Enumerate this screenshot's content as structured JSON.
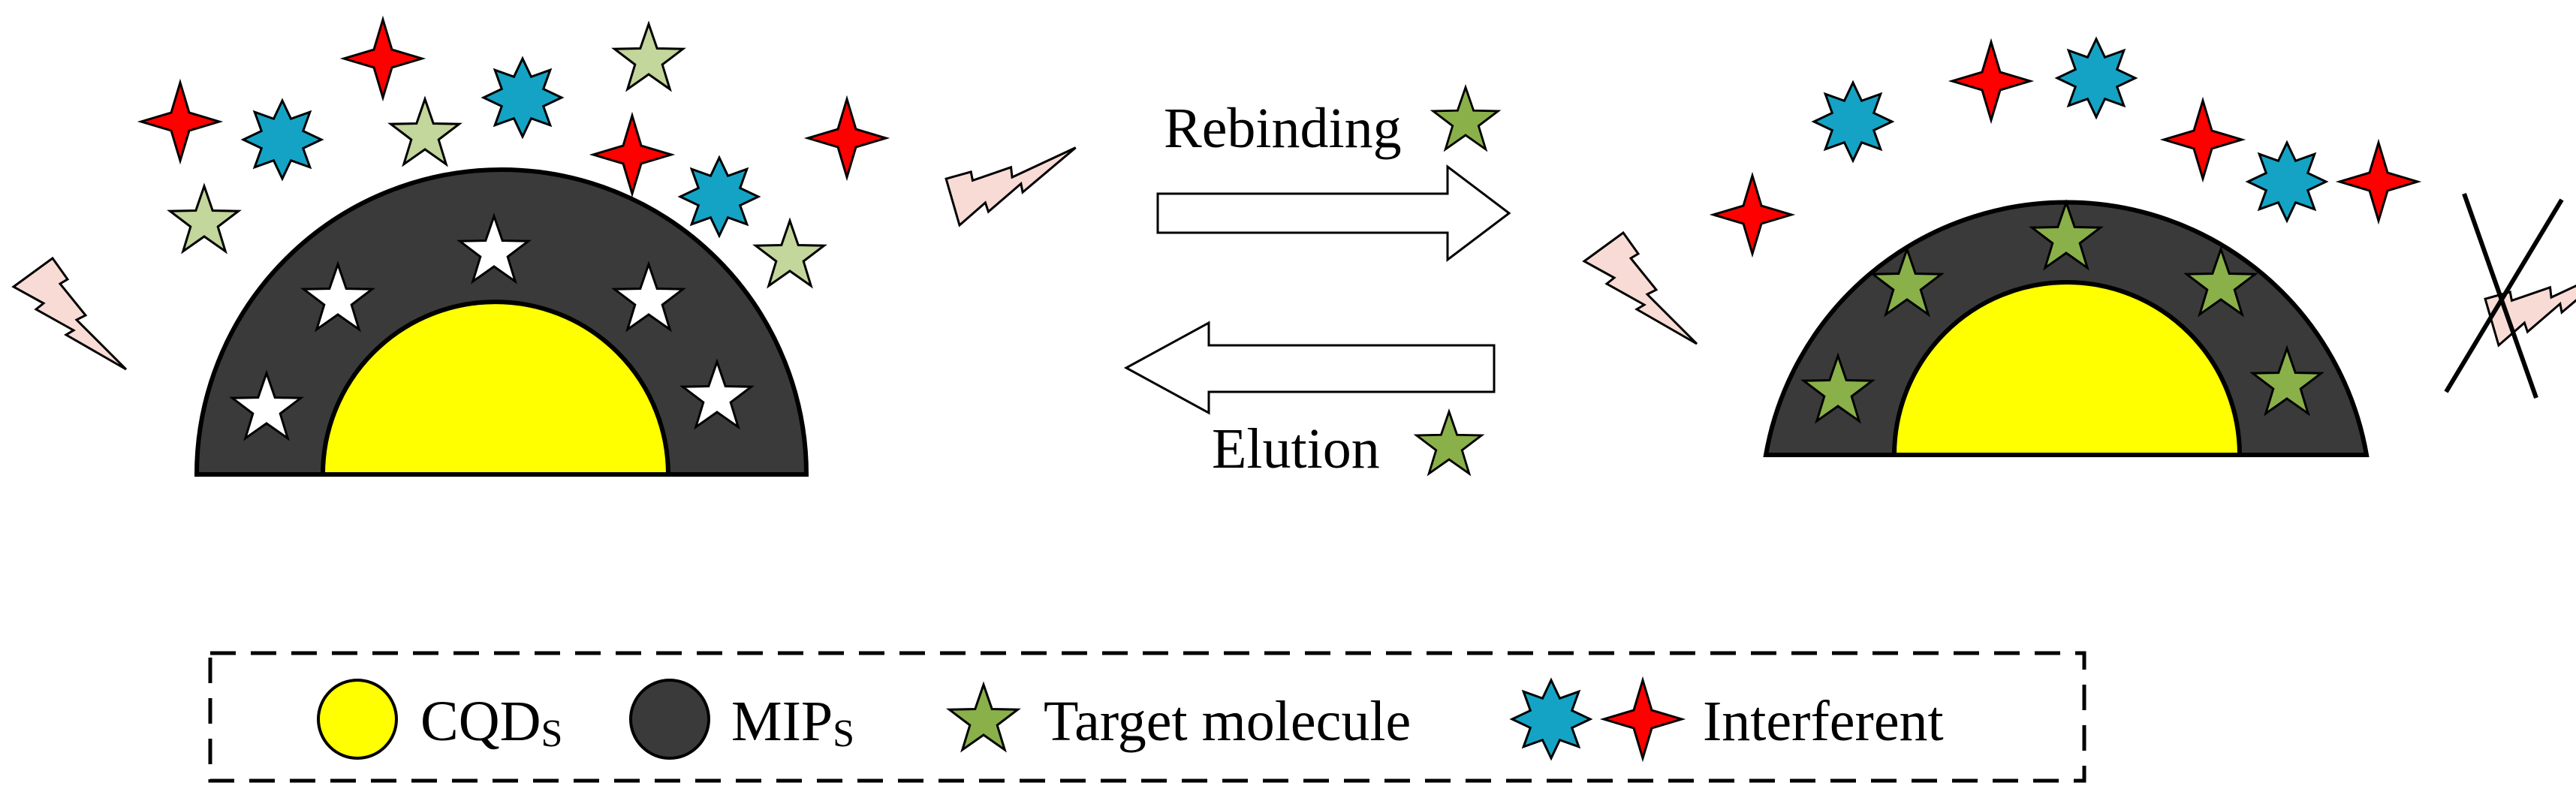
{
  "labels": {
    "rebinding": "Rebinding",
    "elution": "Elution"
  },
  "legend": {
    "cqds_main": "CQD",
    "cqds_sub": "S",
    "mips_main": "MIP",
    "mips_sub": "S",
    "target": "Target molecule",
    "interferent": "Interferent"
  },
  "colors": {
    "cqds": "#ffff00",
    "mips": "#3a3a3a",
    "target": "#8ab04a",
    "target_light": "#c3d69b",
    "interferent_red": "#ff0000",
    "interferent_blue": "#14a3c4",
    "template_site": "#ffffff",
    "lightning": "#f9dbd5"
  },
  "icons": {
    "target": "five-point-star-icon",
    "interferent_red": "four-point-star-icon",
    "interferent_blue": "eight-point-star-icon",
    "signal": "lightning-bolt-icon",
    "quench": "cross-out-icon"
  }
}
